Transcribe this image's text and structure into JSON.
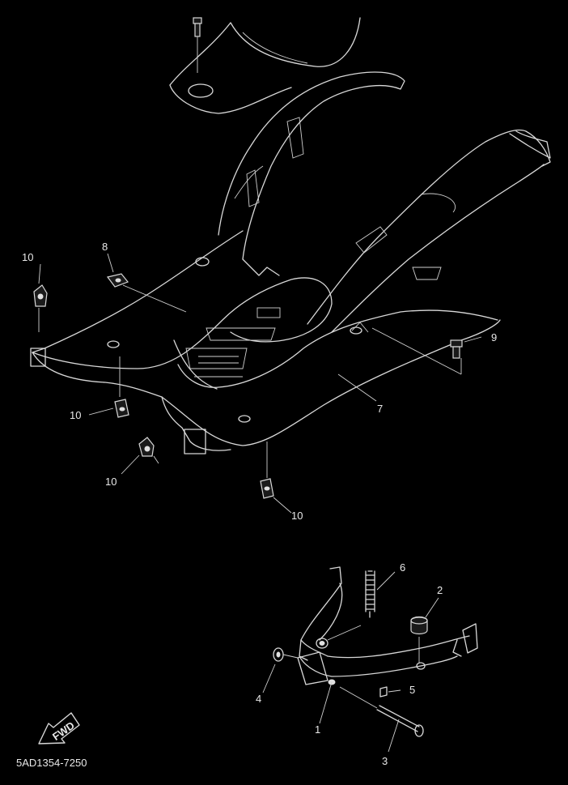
{
  "labels": {
    "p1": "1",
    "p2": "2",
    "p3": "3",
    "p4": "4",
    "p5": "5",
    "p6": "6",
    "p7": "7",
    "p8": "8",
    "p9": "9",
    "p10a": "10",
    "p10b": "10",
    "p10c": "10",
    "p10d": "10"
  },
  "fwd": "FWD",
  "drawing_code": "5AD1354-7250"
}
